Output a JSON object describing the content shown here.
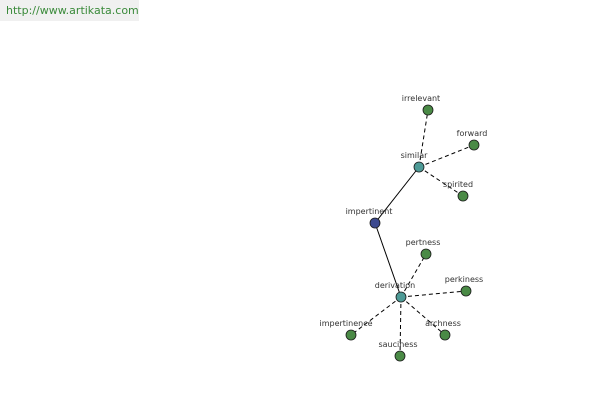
{
  "header": {
    "url": "http://www.artikata.com"
  },
  "colors": {
    "root": "#3d4a8f",
    "hub": "#4d9a96",
    "leaf": "#4a8a46"
  },
  "graph": {
    "nodes": [
      {
        "id": "impertinent",
        "label": "impertinent",
        "kind": "root"
      },
      {
        "id": "similar",
        "label": "similar",
        "kind": "hub"
      },
      {
        "id": "derivation",
        "label": "derivation",
        "kind": "hub"
      },
      {
        "id": "irrelevant",
        "label": "irrelevant",
        "kind": "leaf"
      },
      {
        "id": "forward",
        "label": "forward",
        "kind": "leaf"
      },
      {
        "id": "spirited",
        "label": "spirited",
        "kind": "leaf"
      },
      {
        "id": "pertness",
        "label": "pertness",
        "kind": "leaf"
      },
      {
        "id": "perkiness",
        "label": "perkiness",
        "kind": "leaf"
      },
      {
        "id": "archness",
        "label": "archness",
        "kind": "leaf"
      },
      {
        "id": "sauciness",
        "label": "sauciness",
        "kind": "leaf"
      },
      {
        "id": "impertinence",
        "label": "impertinence",
        "kind": "leaf"
      }
    ],
    "edges": [
      {
        "from": "impertinent",
        "to": "similar",
        "style": "solid"
      },
      {
        "from": "impertinent",
        "to": "derivation",
        "style": "solid"
      },
      {
        "from": "similar",
        "to": "irrelevant",
        "style": "dashed"
      },
      {
        "from": "similar",
        "to": "forward",
        "style": "dashed"
      },
      {
        "from": "similar",
        "to": "spirited",
        "style": "dashed"
      },
      {
        "from": "derivation",
        "to": "pertness",
        "style": "dashed"
      },
      {
        "from": "derivation",
        "to": "perkiness",
        "style": "dashed"
      },
      {
        "from": "derivation",
        "to": "archness",
        "style": "dashed"
      },
      {
        "from": "derivation",
        "to": "sauciness",
        "style": "dashed"
      },
      {
        "from": "derivation",
        "to": "impertinence",
        "style": "dashed"
      }
    ]
  }
}
